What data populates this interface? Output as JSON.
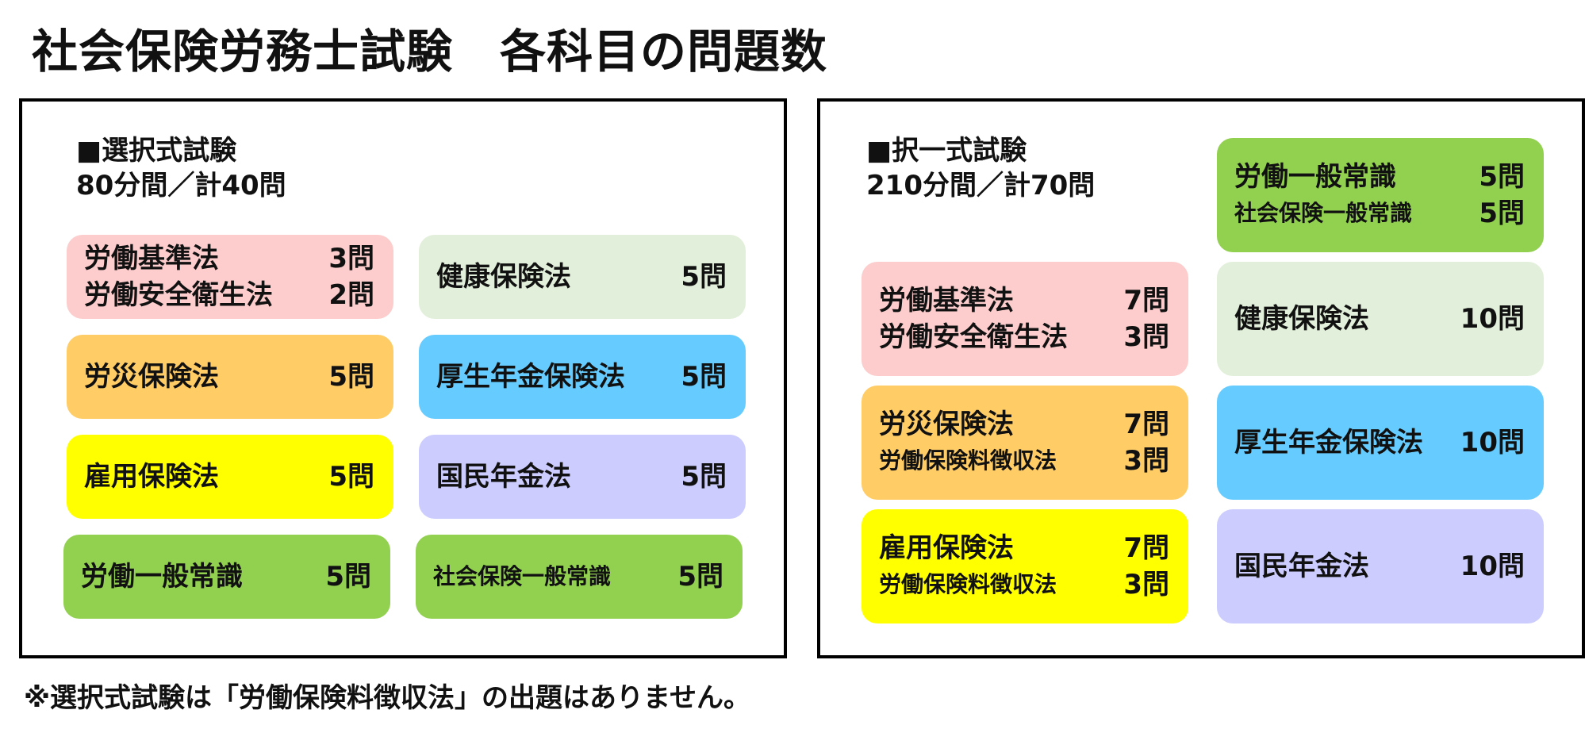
{
  "title": "社会保険労務士試験　各科目の問題数",
  "colors": {
    "pink": "#fdcdcd",
    "orange": "#ffcc66",
    "yellow": "#ffff00",
    "green": "#92d050",
    "light_green": "#e2efda",
    "sky_blue": "#66ccff",
    "lavender": "#ccccff"
  },
  "selective": {
    "heading": "■選択式試験",
    "time_total": "80分間／計40問",
    "boxes": [
      {
        "color": "pink",
        "rows": [
          {
            "subject": "労働基準法",
            "count": "3問"
          },
          {
            "subject": "労働安全衛生法",
            "count": "2問"
          }
        ]
      },
      {
        "color": "light_green",
        "rows": [
          {
            "subject": "健康保険法",
            "count": "5問"
          }
        ]
      },
      {
        "color": "orange",
        "rows": [
          {
            "subject": "労災保険法",
            "count": "5問"
          }
        ]
      },
      {
        "color": "sky_blue",
        "rows": [
          {
            "subject": "厚生年金保険法",
            "count": "5問"
          }
        ]
      },
      {
        "color": "yellow",
        "rows": [
          {
            "subject": "雇用保険法",
            "count": "5問"
          }
        ]
      },
      {
        "color": "lavender",
        "rows": [
          {
            "subject": "国民年金法",
            "count": "5問"
          }
        ]
      },
      {
        "color": "green",
        "rows": [
          {
            "subject": "労働一般常識",
            "count": "5問"
          }
        ]
      },
      {
        "color": "green",
        "rows": [
          {
            "subject": "社会保険一般常識",
            "count": "5問"
          }
        ]
      }
    ]
  },
  "multiple_choice": {
    "heading": "■択一式試験",
    "time_total": "210分間／計70問",
    "boxes": [
      {
        "color": "green",
        "rows": [
          {
            "subject": "労働一般常識",
            "count": "5問"
          },
          {
            "subject": "社会保険一般常識",
            "count": "5問"
          }
        ]
      },
      {
        "color": "pink",
        "rows": [
          {
            "subject": "労働基準法",
            "count": "7問"
          },
          {
            "subject": "労働安全衛生法",
            "count": "3問"
          }
        ]
      },
      {
        "color": "light_green",
        "rows": [
          {
            "subject": "健康保険法",
            "count": "10問"
          }
        ]
      },
      {
        "color": "orange",
        "rows": [
          {
            "subject": "労災保険法",
            "count": "7問"
          },
          {
            "subject": "労働保険料徴収法",
            "count": "3問"
          }
        ]
      },
      {
        "color": "sky_blue",
        "rows": [
          {
            "subject": "厚生年金保険法",
            "count": "10問"
          }
        ]
      },
      {
        "color": "yellow",
        "rows": [
          {
            "subject": "雇用保険法",
            "count": "7問"
          },
          {
            "subject": "労働保険料徴収法",
            "count": "3問"
          }
        ]
      },
      {
        "color": "lavender",
        "rows": [
          {
            "subject": "国民年金法",
            "count": "10問"
          }
        ]
      }
    ]
  },
  "footnote": "※選択式試験は「労働保険料徴収法」の出題はありません。"
}
